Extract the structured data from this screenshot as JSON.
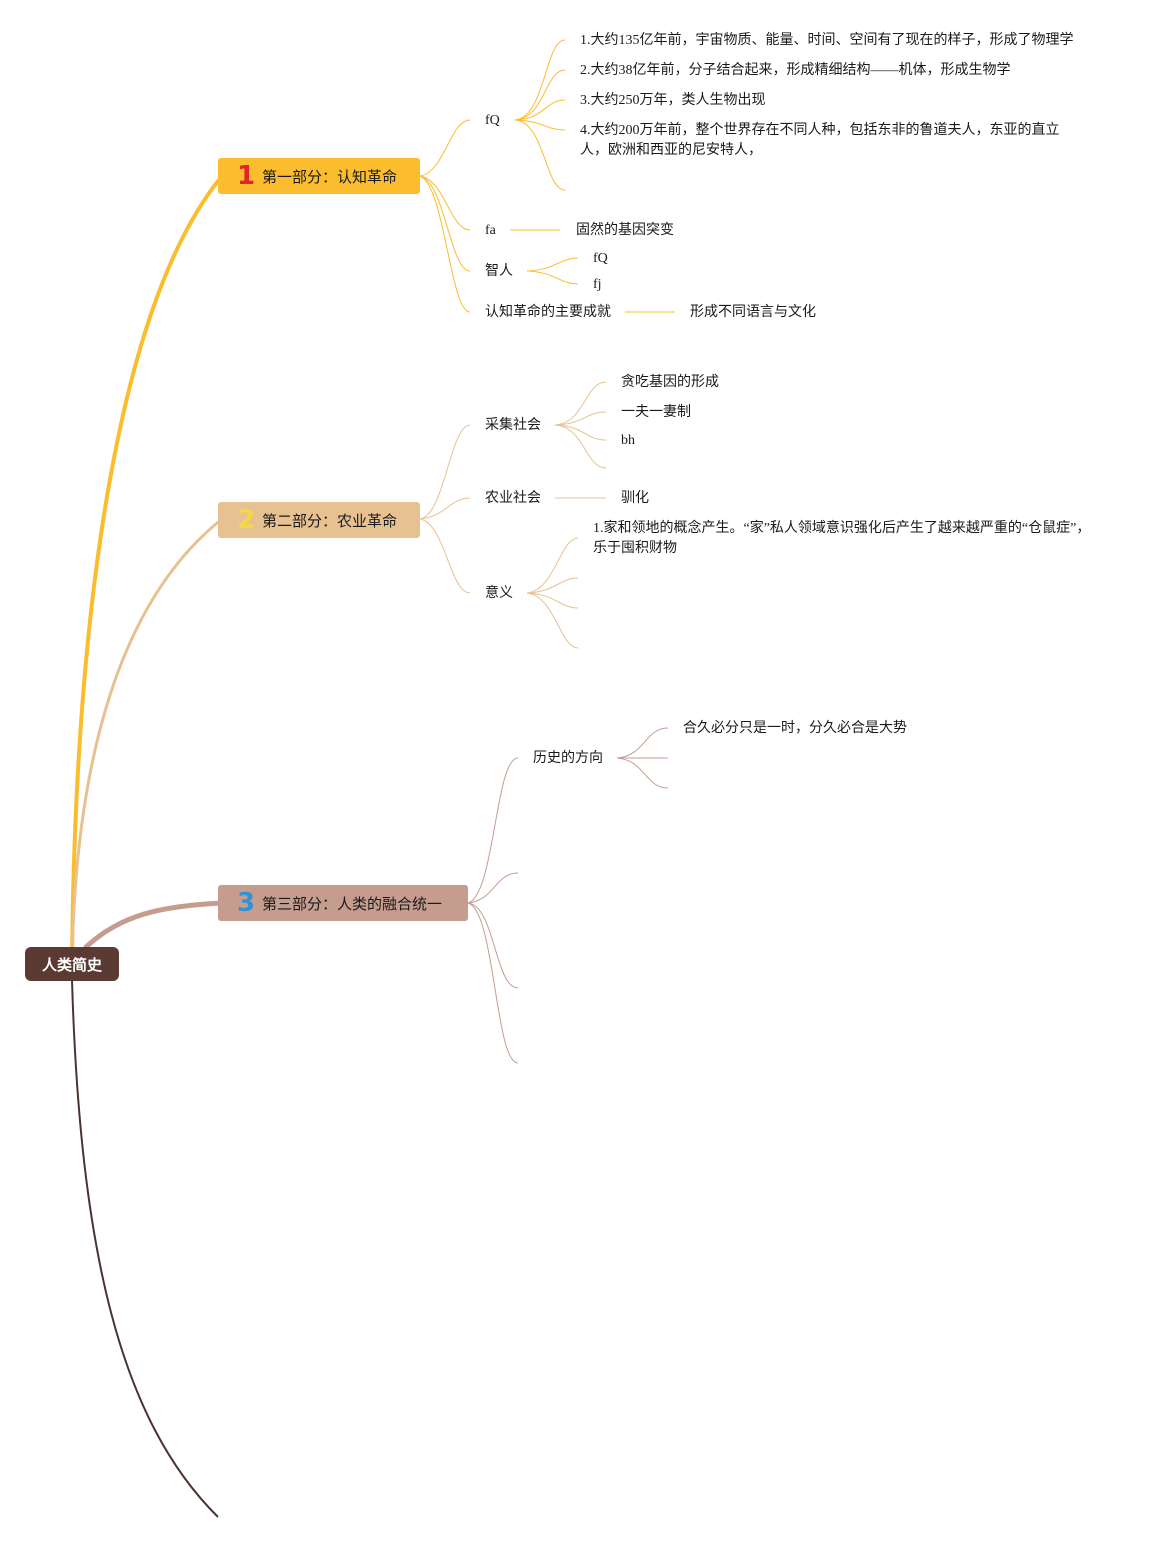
{
  "root": {
    "label": "人类简史"
  },
  "colors": {
    "root": "#5a3a33",
    "part1": "#fbbd2e",
    "part1_number": "#e0252b",
    "part2": "#e7c191",
    "part2_number": "#f5d84a",
    "part3": "#c59d8f",
    "part3_number": "#2f93d6",
    "root_line": "#4a3430"
  },
  "part1": {
    "number": "1",
    "label": "第一部分：认知革命",
    "fq": {
      "label": "fQ",
      "items": [
        "1.大约135亿年前，宇宙物质、能量、时间、空间有了现在的样子，形成了物理学",
        "2.大约38亿年前，分子结合起来，形成精细结构——机体，形成生物学",
        "3.大约250万年，类人生物出现",
        "4.大约200万年前，整个世界存在不同人种，包括东非的鲁道夫人，东亚的直立人，欧洲和西亚的尼安特人，"
      ]
    },
    "fa": {
      "label": "fa",
      "child": "固然的基因突变"
    },
    "zhiren": {
      "label": "智人",
      "children": [
        "fQ",
        "fj"
      ]
    },
    "achievement": {
      "label": "认知革命的主要成就",
      "child": "形成不同语言与文化"
    }
  },
  "part2": {
    "number": "2",
    "label": "第二部分：农业革命",
    "gathering": {
      "label": "采集社会",
      "children": [
        "贪吃基因的形成",
        "一夫一妻制",
        "bh"
      ]
    },
    "farming": {
      "label": "农业社会",
      "child": "驯化"
    },
    "meaning": {
      "label": "意义",
      "children": [
        "1.家和领地的概念产生。“家”私人领域意识强化后产生了越来越严重的“仓鼠症”，乐于囤积财物"
      ]
    }
  },
  "part3": {
    "number": "3",
    "label": "第三部分：人类的融合统一",
    "direction": {
      "label": "历史的方向",
      "children": [
        "合久必分只是一时，分久必合是大势"
      ]
    }
  }
}
